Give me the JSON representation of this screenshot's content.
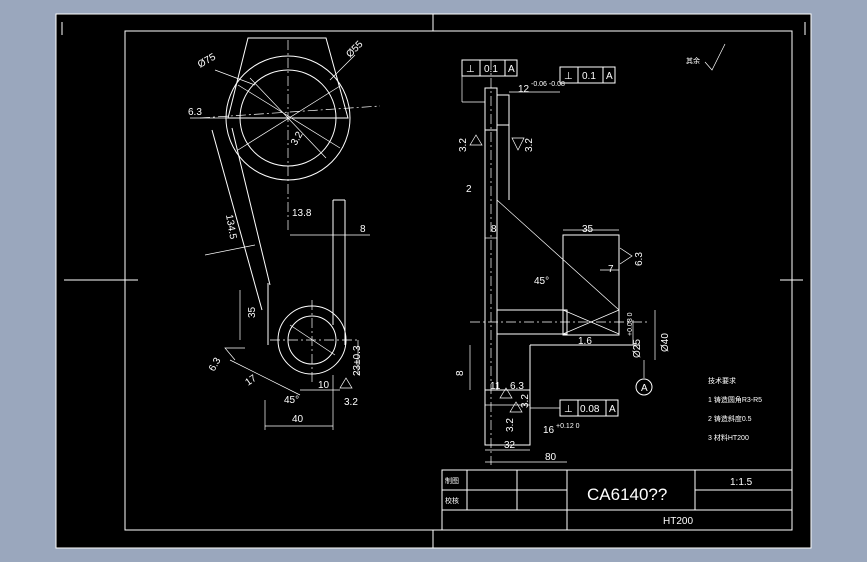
{
  "drawing": {
    "colors": {
      "background": "#9aa7bd",
      "sheet": "#000000",
      "lines": "#ffffff"
    },
    "title_block": {
      "drawing_name": "CA6140??",
      "scale": "1:1.5",
      "material": "HT200",
      "row_label_1": "制图",
      "row_label_2": "校核"
    },
    "roughness_note": "其余",
    "tech_requirements": {
      "heading": "技术要求",
      "items": [
        "1  铸造圆角R3-R5",
        "2  铸造斜度0.5",
        "3  材料HT200"
      ]
    },
    "datum_label": "A",
    "left_view": {
      "dia_75": "Ø75",
      "dia_55": "Ø55",
      "roughness_6_3_a": "6.3",
      "roughness_3_2": "3.2",
      "dim_134_5": "134.5",
      "dim_13_8": "13.8",
      "dim_8": "8",
      "dim_35": "35",
      "roughness_6_3_b": "6.3",
      "dim_17": "17",
      "dim_10": "10",
      "chamfer_45": "45°",
      "roughness_3_2_b": "3.2",
      "dim_40": "40",
      "dim_23_0_3": "23±0.3"
    },
    "right_view": {
      "fcf_top": [
        "⊥",
        "0.1",
        "A"
      ],
      "fcf_mid": [
        "⊥",
        "0.1",
        "A"
      ],
      "fcf_bottom": [
        "⊥",
        "0.08",
        "A"
      ],
      "dim_12": "12",
      "tol_12": "-0.06 -0.08",
      "rough_3_2_a": "3.2",
      "rough_3_2_b": "3.2",
      "dim_2": "2",
      "dim_8": "8",
      "dim_35": "35",
      "rough_6_3_a": "6.3",
      "dim_7": "7",
      "angle_45": "45°",
      "rough_1_6": "1.6",
      "dia_25": "Ø25",
      "tol_25": "+0.08 0",
      "dia_40": "Ø40",
      "dim_8b": "8",
      "dim_11": "11",
      "rough_6_3_b": "6.3",
      "rough_3_2_c": "3.2",
      "rough_3_2_d": "3.2",
      "dim_16": "16",
      "tol_16": "+0.12 0",
      "dim_32": "32",
      "dim_80": "80"
    }
  }
}
